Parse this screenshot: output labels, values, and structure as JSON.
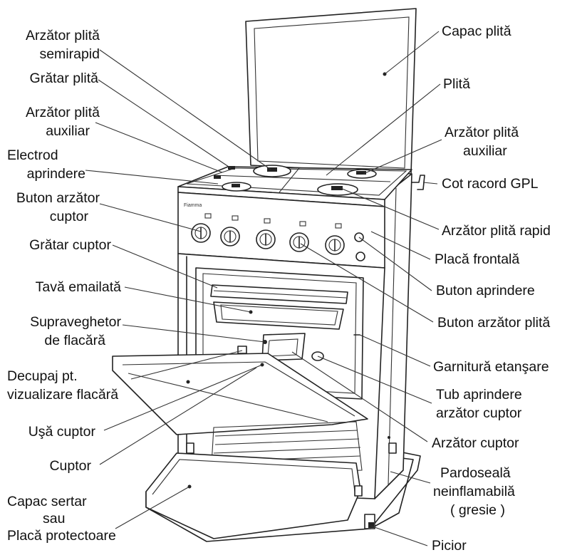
{
  "labels": {
    "arzator_semirapid_1": "Arzător plită",
    "arzator_semirapid_2": "semirapid",
    "gratar_plita": "Grătar plită",
    "arzator_auxiliar_left_1": "Arzător plită",
    "arzator_auxiliar_left_2": "auxiliar",
    "electrod_1": "Electrod",
    "electrod_2": "aprindere",
    "buton_arzator_cuptor_1": "Buton arzător",
    "buton_arzator_cuptor_2": "cuptor",
    "gratar_cuptor": "Grătar cuptor",
    "tava_emailata": "Tavă emailată",
    "supraveghetor_1": "Supraveghetor",
    "supraveghetor_2": "de flacără",
    "decupaj_1": "Decupaj pt.",
    "decupaj_2": "vizualizare flacără",
    "usa_cuptor": "Uşă cuptor",
    "cuptor": "Cuptor",
    "capac_sertar_1": "Capac sertar",
    "capac_sertar_2": "sau",
    "capac_sertar_3": "Placă protectoare",
    "capac_plita": "Capac plită",
    "plita": "Plită",
    "arzator_auxiliar_right_1": "Arzător plită",
    "arzator_auxiliar_right_2": "auxiliar",
    "cot_racord": "Cot racord GPL",
    "arzator_rapid": "Arzător plită rapid",
    "placa_frontala": "Placă frontală",
    "buton_aprindere": "Buton aprindere",
    "buton_arzator_plita": "Buton arzător plită",
    "garnitura": "Garnitură etanşare",
    "tub_aprindere_1": "Tub aprindere",
    "tub_aprindere_2": "arzător cuptor",
    "arzator_cuptor": "Arzător cuptor",
    "pardoseala_1": "Pardoseală",
    "pardoseala_2": "neinflamabilă",
    "pardoseala_3": "( gresie )",
    "picior": "Picior"
  },
  "panel_brand": "Fiamma",
  "colors": {
    "ink": "#222222",
    "background": "#ffffff"
  }
}
